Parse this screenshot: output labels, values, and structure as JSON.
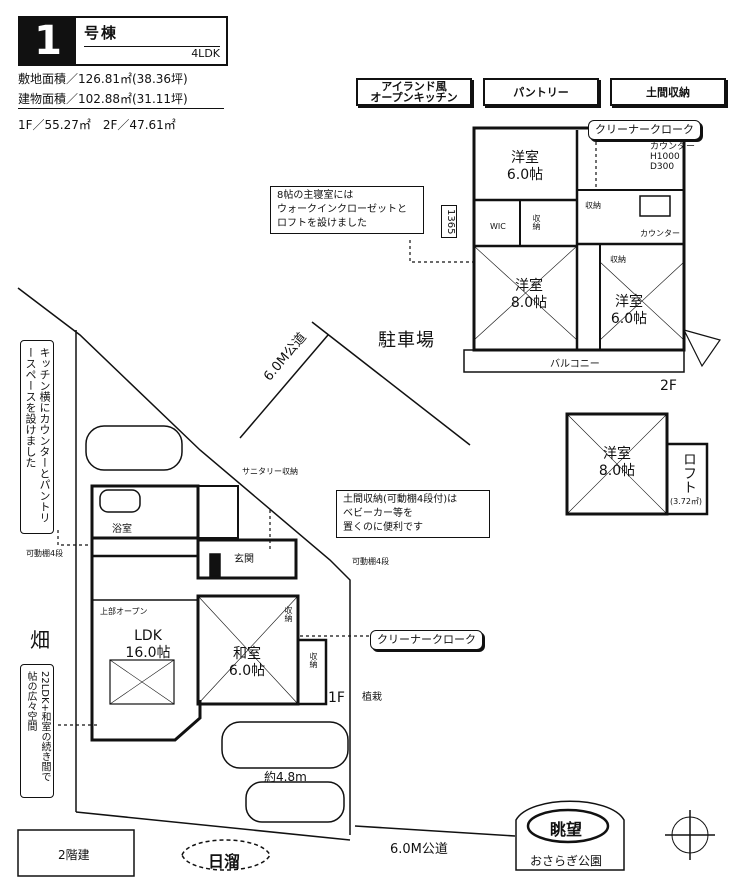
{
  "header": {
    "number": "1",
    "building_label": "号棟",
    "plan_type": "4LDK"
  },
  "specs": {
    "site_area": "敷地面積／126.81㎡(38.36坪)",
    "building_area": "建物面積／102.88㎡(31.11坪)",
    "floor_areas": "1F／55.27㎡　2F／47.61㎡"
  },
  "tags": {
    "island_kitchen": "アイランド風\nオープンキッチン",
    "pantry": "パントリー",
    "doma_storage": "土間収納"
  },
  "callouts": {
    "cleaner_cloak_top": "クリーナークローク",
    "counter_spec": "カウンター\nH1000\nD300",
    "master_bedroom": "8帖の主寝室には\nウォークインクローゼットと\nロフトを設けました",
    "kitchen_pantry": "キッチン横にカウンターとパントリースペースを設けました",
    "doma_storage_note": "土間収納(可動棚4段付)は\nベビーカー等を\n置くのに便利です",
    "cleaner_cloak_1f": "クリーナークローク",
    "ldk_note": "22LDK+和室の続き間で帖の広々空間"
  },
  "floor2": {
    "rooms": [
      {
        "name": "洋室",
        "size": "6.0帖"
      },
      {
        "name": "洋室",
        "size": "8.0帖"
      },
      {
        "name": "洋室",
        "size": "6.0帖"
      }
    ],
    "wic": "WIC",
    "storage": "収納",
    "balcony": "バルコニー",
    "dim": "1365",
    "counter": "カウンター",
    "label": "2F"
  },
  "loft": {
    "room": "洋室",
    "size": "8.0帖",
    "loft": "ロフト",
    "loft_area": "(3.72㎡)"
  },
  "floor1": {
    "ldk": "LDK",
    "ldk_size": "16.0帖",
    "washitsu": "和室",
    "washitsu_size": "6.0帖",
    "bath": "浴室",
    "entrance": "玄関",
    "kitchen": "上部オープン",
    "storage": "収納",
    "label": "1F",
    "shelf_left": "可動棚4段",
    "shelf_right": "可動棚4段",
    "sanitary": "サニタリー収納"
  },
  "site": {
    "road_top": "6.0M公道",
    "road_bottom": "6.0M公道",
    "parking": "駐車場",
    "field": "畑",
    "width": "約4.8m",
    "sun": "日溜",
    "neighbor": "2階建",
    "tree": "植栽",
    "view": "眺望",
    "park": "おさらぎ公園"
  }
}
